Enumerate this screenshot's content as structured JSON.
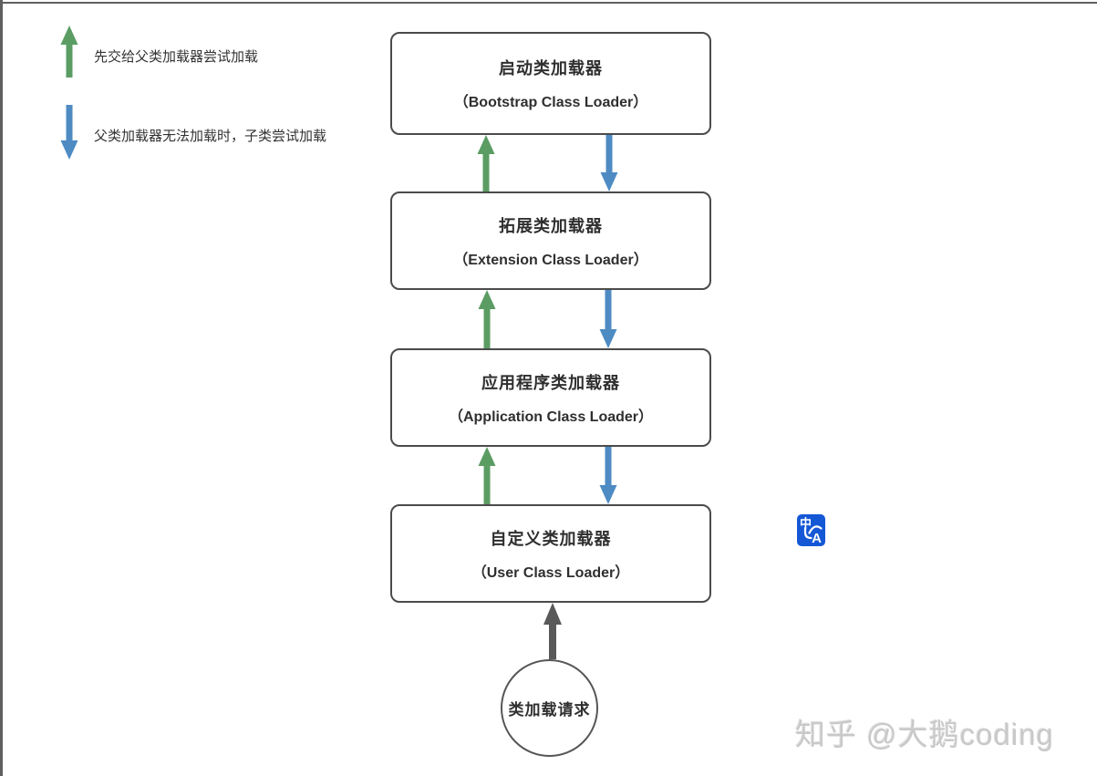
{
  "legend": {
    "up_label": "先交给父类加载器尝试加载",
    "down_label": "父类加载器无法加载时，子类尝试加载"
  },
  "nodes": [
    {
      "title": "启动类加载器",
      "subtitle": "（Bootstrap Class Loader）"
    },
    {
      "title": "拓展类加载器",
      "subtitle": "（Extension Class Loader）"
    },
    {
      "title": "应用程序类加载器",
      "subtitle": "（Application Class Loader）"
    },
    {
      "title": "自定义类加载器",
      "subtitle": "（User Class Loader）"
    }
  ],
  "request": {
    "label": "类加载请求"
  },
  "translate_icon": {
    "zh": "中",
    "en": "A"
  },
  "watermark": {
    "text": "知乎 @大鹅coding"
  },
  "colors": {
    "green": "#5b9c63",
    "blue": "#4e8bc3",
    "dark": "#595959",
    "node_border": "#4b4b4b",
    "translate_bg": "#1558d6",
    "watermark": "#c9c9c9"
  }
}
